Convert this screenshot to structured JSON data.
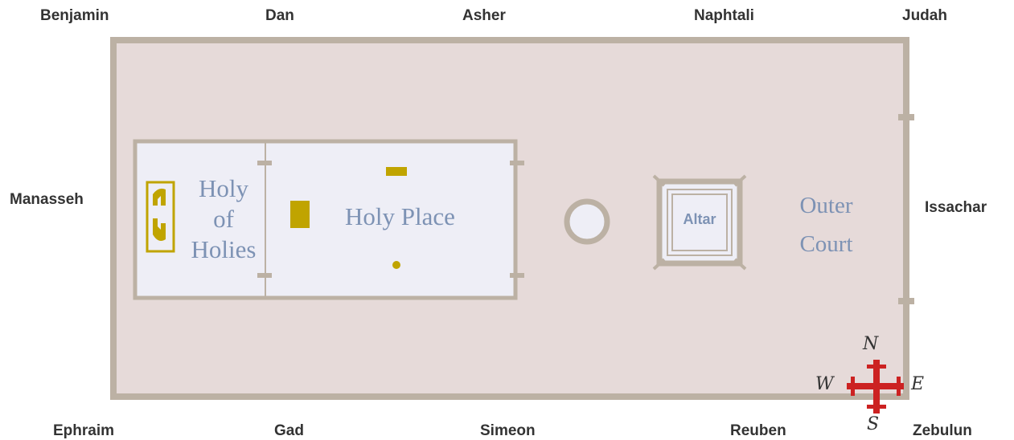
{
  "tribes": {
    "north": [
      "Benjamin",
      "Dan",
      "Asher",
      "Naphtali",
      "Judah"
    ],
    "west": "Manasseh",
    "east": "Issachar",
    "south": [
      "Ephraim",
      "Gad",
      "Simeon",
      "Reuben",
      "Zebulun"
    ]
  },
  "areas": {
    "holy_of_holies": [
      "Holy",
      "of",
      "Holies"
    ],
    "holy_place": "Holy Place",
    "altar": "Altar",
    "outer_court": [
      "Outer",
      "Court"
    ]
  },
  "compass": {
    "n": "N",
    "s": "S",
    "e": "E",
    "w": "W"
  },
  "colors": {
    "court_fill": "#e6dad9",
    "wall": "#bcb1a4",
    "sanctuary_fill": "#eeeef6",
    "furniture_gold": "#c0a400",
    "label_blue": "#7d92b4",
    "compass_red": "#cc2222"
  }
}
